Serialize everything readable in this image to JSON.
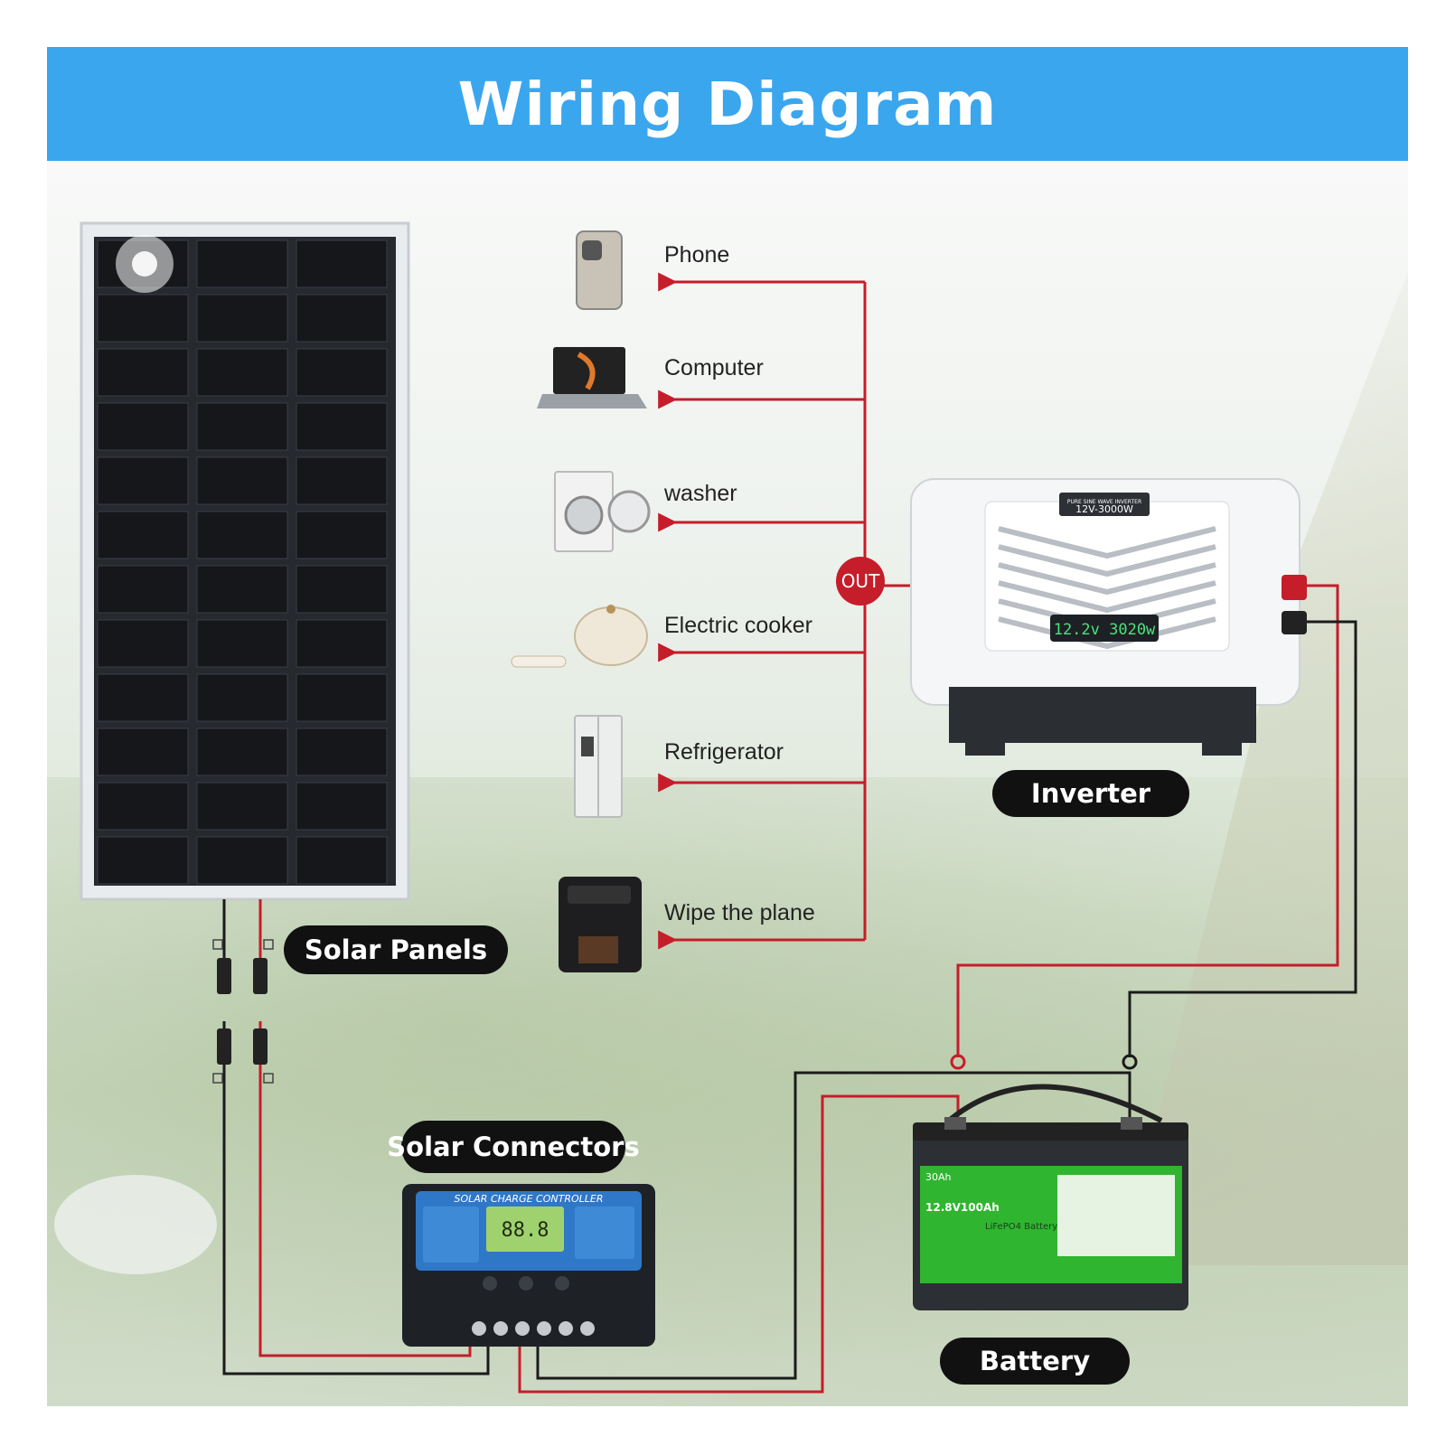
{
  "title": "Wiring Diagram",
  "appliances": [
    {
      "label": "Phone",
      "icon": "phone-icon"
    },
    {
      "label": "Computer",
      "icon": "laptop-icon"
    },
    {
      "label": "washer",
      "icon": "washer-icon"
    },
    {
      "label": "Electric cooker",
      "icon": "cooker-icon"
    },
    {
      "label": "Refrigerator",
      "icon": "refrigerator-icon"
    },
    {
      "label": "Wipe the plane",
      "icon": "coffee-machine-icon"
    }
  ],
  "out_label": "OUT",
  "components": {
    "solar_panels": "Solar Panels",
    "solar_connectors": "Solar Connectors",
    "inverter": "Inverter",
    "battery": "Battery"
  },
  "inverter_device": {
    "badge_line1": "PURE SINE WAVE INVERTER",
    "badge_line2": "12V-3000W",
    "display": "12.2v 3020w"
  },
  "controller_device": {
    "title": "SOLAR CHARGE CONTROLLER",
    "display": "88.8"
  },
  "battery_device": {
    "capacity": "30Ah",
    "spec": "12.8V100Ah",
    "chemistry": "LiFePO4 Battery"
  },
  "colors": {
    "banner": "#3aa6ee",
    "positive_wire": "#c51d2a",
    "negative_wire": "#1b1b1b",
    "pill": "#111111",
    "battery_accent": "#2fb52f"
  }
}
